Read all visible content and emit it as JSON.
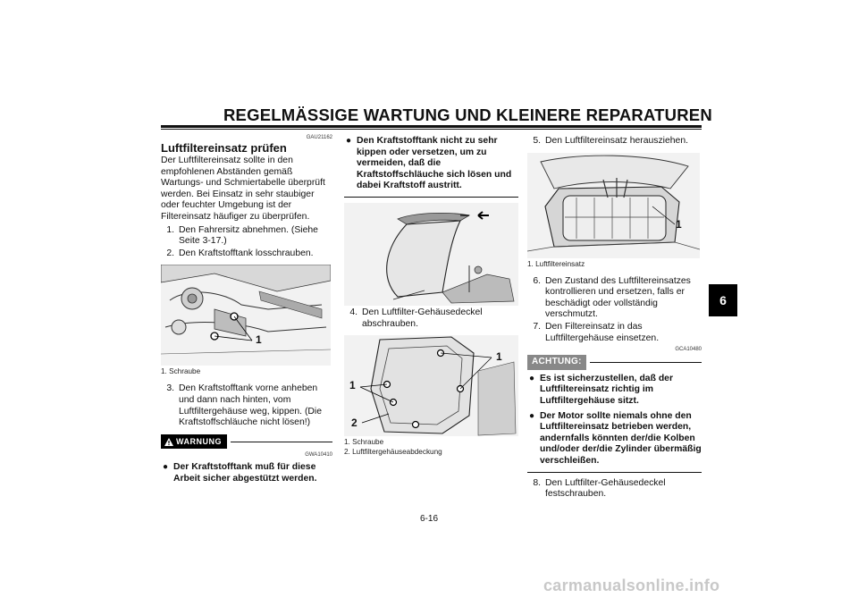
{
  "header": {
    "title": "REGELMÄSSIGE WARTUNG UND KLEINERE REPARATUREN"
  },
  "chapter_tab": "6",
  "page_number": "6-16",
  "watermark": "carmanualsonline.info",
  "col1": {
    "code": "GAU21162",
    "section_title": "Luftfiltereinsatz prüfen",
    "intro": "Der Luftfiltereinsatz sollte in den empfohlenen Abständen gemäß Wartungs- und Schmiertabelle überprüft werden. Bei Einsatz in sehr staubiger oder feuchter Umgebung ist der Filtereinsatz häufiger zu überprüfen.",
    "steps": [
      {
        "num": "1.",
        "text": "Den Fahrersitz abnehmen. (Siehe Seite 3-17.)"
      },
      {
        "num": "2.",
        "text": "Den Kraftstofftank losschrauben."
      }
    ],
    "figure_label": "1",
    "caption": "1. Schraube",
    "step3": {
      "num": "3.",
      "text": "Den Kraftstofftank vorne anheben und dann nach hinten, vom Luftfiltergehäuse weg, kippen. (Die Kraftstoffschläuche nicht lösen!)"
    },
    "warning_label": "WARNUNG",
    "warning_code": "GWA10410",
    "warning_bullet": "Der Kraftstofftank muß für diese Arbeit sicher abgestützt werden."
  },
  "col2": {
    "bullet": "Den Kraftstofftank nicht zu sehr kippen oder versetzen, um zu vermeiden, daß die Kraftstoffschläuche sich lösen und dabei Kraftstoff austritt.",
    "step4": {
      "num": "4.",
      "text": "Den Luftfilter-Gehäusedeckel abschrauben."
    },
    "fig_labels": {
      "a": "1",
      "b": "1",
      "c": "2"
    },
    "captions": [
      "1. Schraube",
      "2. Luftfiltergehäuseabdeckung"
    ]
  },
  "col3": {
    "step5": {
      "num": "5.",
      "text": "Den Luftfiltereinsatz herausziehen."
    },
    "figure_label": "1",
    "caption": "1. Luftfiltereinsatz",
    "steps": [
      {
        "num": "6.",
        "text": "Den Zustand des Luftfiltereinsatzes kontrollieren und ersetzen, falls er beschädigt oder vollständig verschmutzt."
      },
      {
        "num": "7.",
        "text": "Den Filtereinsatz in das Luftfiltergehäuse einsetzen."
      }
    ],
    "code": "GCA10480",
    "achtung_label": "ACHTUNG:",
    "bullets": [
      "Es ist sicherzustellen, daß der Luftfiltereinsatz richtig im Luftfiltergehäuse sitzt.",
      "Der Motor sollte niemals ohne den Luftfiltereinsatz betrieben werden, andernfalls könnten der/die Kolben und/oder der/die Zylinder übermäßig verschleißen."
    ],
    "step8": {
      "num": "8.",
      "text": "Den Luftfilter-Gehäusedeckel festschrauben."
    }
  }
}
